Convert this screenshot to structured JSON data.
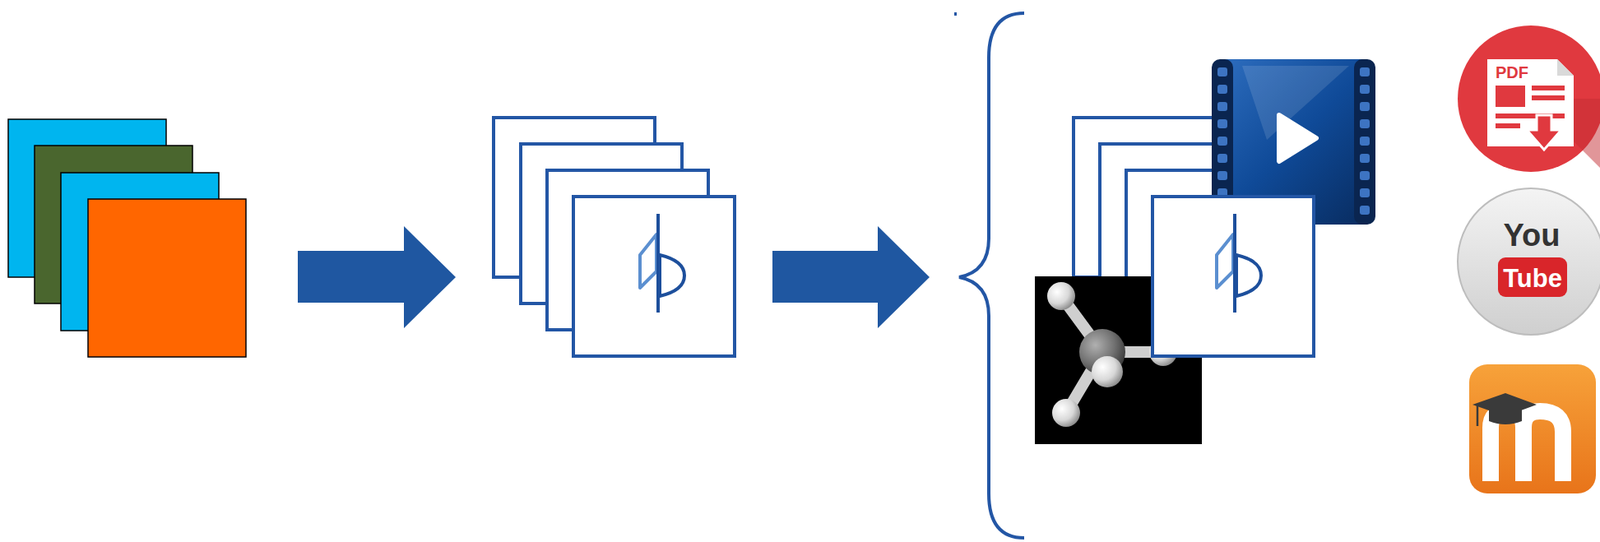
{
  "diagram": {
    "labels": [
      "PDF",
      "You",
      "Tube"
    ]
  }
}
